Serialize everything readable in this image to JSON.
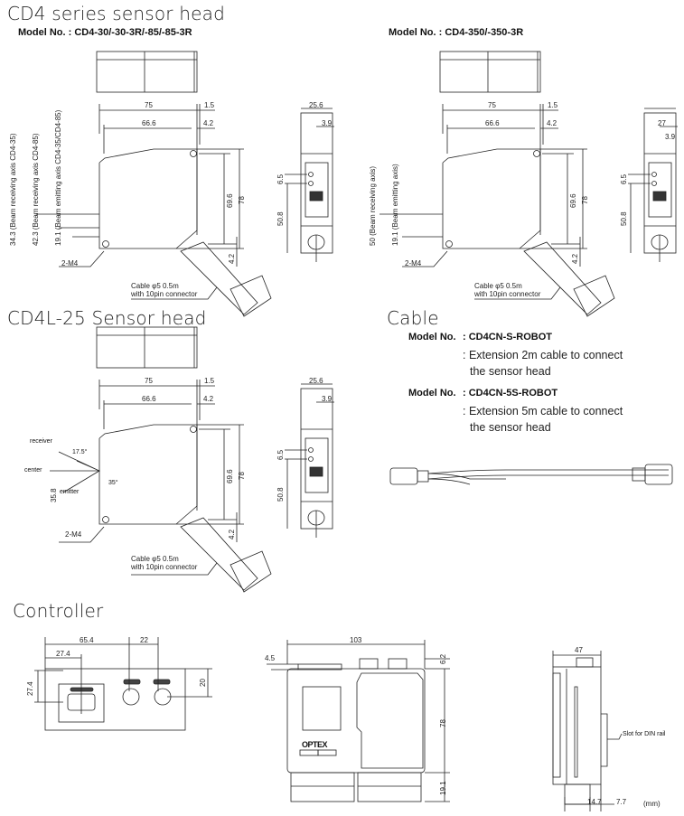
{
  "sections": {
    "cd4": {
      "title": "CD4 series sensor head",
      "model_a": "Model No.  : CD4-30/-30-3R/-85/-85-3R",
      "model_b": "Model No.  : CD4-350/-350-3R",
      "dims_a": {
        "w75": "75",
        "d15": "1.5",
        "w666": "66.6",
        "d42": "4.2",
        "h696": "69.6",
        "h78": "78",
        "b42": "4.2",
        "m4": "2-M4",
        "cable1": "Cable φ5 0.5m",
        "cable2": "with 10pin connector",
        "ax1": "34.3 (Beam receiving axis CD4-35)",
        "ax2": "42.3 (Beam receiving axis CD4-85)",
        "ax3": "19.1 (Beam emitting axis CD4-35/CD4-85)",
        "f256": "25.6",
        "f39": "3.9",
        "f65": "6.5",
        "f508": "50.8"
      },
      "dims_b": {
        "w75": "75",
        "d15": "1.5",
        "w666": "66.6",
        "d42": "4.2",
        "h696": "69.6",
        "h78": "78",
        "b42": "4.2",
        "m4": "2-M4",
        "cable1": "Cable φ5 0.5m",
        "cable2": "with 10pin connector",
        "ax1": "50 (Beam receiving axis)",
        "ax2": "19.1 (Beam emitting axis)",
        "f27": "27",
        "f39": "3.9",
        "f65": "6.5",
        "f508": "50.8"
      }
    },
    "cd4l": {
      "title": "CD4L-25 Sensor head",
      "dims": {
        "w75": "75",
        "d15": "1.5",
        "w666": "66.6",
        "d42": "4.2",
        "h696": "69.6",
        "h78": "78",
        "b42": "4.2",
        "m4": "2-M4",
        "cable1": "Cable φ5 0.5m",
        "cable2": "with 10pin connector",
        "receiver": "receiver",
        "angle1": "17.5°",
        "center": "center",
        "angle2": "35°",
        "emitter": "emitter",
        "h358": "35.8",
        "f256": "25.6",
        "f39": "3.9",
        "f65": "6.5",
        "f508": "50.8"
      }
    },
    "cable": {
      "title": "Cable",
      "items": [
        {
          "label": "Model No.",
          "model": ": CD4CN-S-ROBOT",
          "desc1": ": Extension 2m cable to connect",
          "desc2": "the sensor head"
        },
        {
          "label": "Model No.",
          "model": ": CD4CN-5S-ROBOT",
          "desc1": ": Extension 5m cable to connect",
          "desc2": "the sensor head"
        }
      ]
    },
    "controller": {
      "title": "Controller",
      "front": {
        "w654": "65.4",
        "w22": "22",
        "w274": "27.4",
        "h274": "27.4",
        "h20": "20"
      },
      "main": {
        "w103": "103",
        "d45": "4.5",
        "d62": "6.2",
        "h78": "78",
        "h191": "19.1",
        "logo": "OPTEX"
      },
      "side": {
        "w47": "47",
        "slot": "Slot for DIN rail",
        "d147": "14.7",
        "d77": "7.7",
        "unit": "(mm)"
      }
    }
  }
}
